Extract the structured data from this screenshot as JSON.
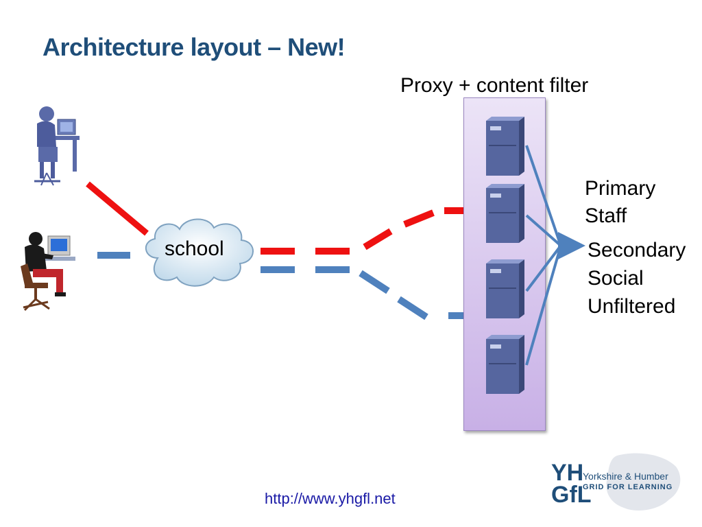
{
  "slide": {
    "title": "Architecture layout – New!",
    "url": "http://www.yhgfl.net"
  },
  "diagram": {
    "proxy_label": "Proxy + content filter",
    "cloud_label": "school",
    "filters": [
      "Primary",
      "Staff",
      "Secondary",
      "Social",
      "Unfiltered"
    ],
    "colors": {
      "red_link": "#ee1111",
      "blue_link": "#4f81bd",
      "server": "#5a6aa8",
      "proxy_fill": "#d8c8ee"
    },
    "icons": [
      "user-at-computer-icon",
      "person-at-computer-icon",
      "cloud-icon",
      "server-icon"
    ]
  },
  "logo": {
    "mark_top": "YH",
    "mark_bottom": "GfL",
    "line1": "Yorkshire & Humber",
    "line2": "GRID FOR LEARNING"
  }
}
